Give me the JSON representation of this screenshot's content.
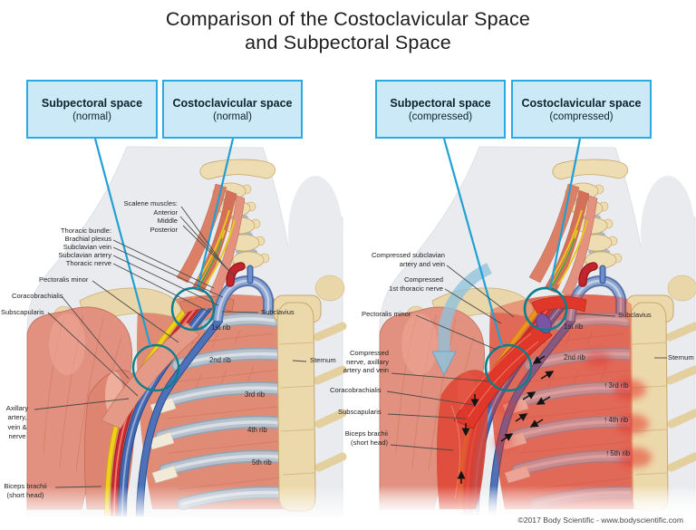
{
  "title": {
    "line1": "Comparison of the Costoclavicular Space",
    "line2": "and Subpectoral Space"
  },
  "legend_boxes": [
    {
      "name": "Subpectoral space",
      "state": "(normal)"
    },
    {
      "name": "Costoclavicular space",
      "state": "(normal)"
    },
    {
      "name": "Subpectoral space",
      "state": "(compressed)"
    },
    {
      "name": "Costoclavicular space",
      "state": "(compressed)"
    }
  ],
  "left_figure": {
    "labels": {
      "scalene_header": "Scalene muscles:",
      "scalene_anterior": "Anterior",
      "scalene_middle": "Middle",
      "scalene_posterior": "Posterior",
      "thoracic_header": "Thoracic bundle:",
      "brachial_plexus": "Brachial plexus",
      "subclavian_vein": "Subclavian vein",
      "subclavian_artery": "Subclavian artery",
      "thoracic_nerve": "Thoracic nerve",
      "pectoralis_minor": "Pectoralis minor",
      "coracobrachialis": "Coracobrachialis",
      "subscapularis": "Subscapularis",
      "subclavius": "Subclavius",
      "rib1": "1st rib",
      "rib2": "2nd rib",
      "rib3": "3rd rib",
      "rib4": "4th rib",
      "rib5": "5th rib",
      "sternum": "Sternum",
      "axillary_l1": "Axillary",
      "axillary_l2": "artery,",
      "axillary_l3": "vein &",
      "axillary_l4": "nerve",
      "biceps_l1": "Biceps brachii",
      "biceps_l2": "(short head)"
    }
  },
  "right_figure": {
    "labels": {
      "compressed_subclavian_l1": "Compressed subclavian",
      "compressed_subclavian_l2": "artery and vein",
      "compressed_thoracic_l1": "Compressed",
      "compressed_thoracic_l2": "1st thoracic nerve",
      "pectoralis_minor": "Pectoralis minor",
      "compressed_nerve_l1": "Compressed",
      "compressed_nerve_l2": "nerve, axillary",
      "compressed_nerve_l3": "artery and vein",
      "coracobrachialis": "Coracobrachialis",
      "subscapularis": "Subscapularis",
      "biceps_l1": "Biceps brachii",
      "biceps_l2": "(short head)",
      "subclavius": "Subclavius",
      "rib1": "1st rib",
      "rib2": "2nd rib",
      "rib3": "3rd rib",
      "rib4": "4th rib",
      "rib5": "5th rib",
      "sternum": "Sternum"
    }
  },
  "icons": {
    "up_arrow": "↑"
  },
  "footer": {
    "copyright": "©2017 Body Scientific - www.bodyscientific.com"
  },
  "colors": {
    "leader_cyan": "#1ea0d5",
    "box_fill": "#cbe9f6",
    "box_border": "#29aae1",
    "highlight_circle_teal": "#0e7e8c",
    "artery_red": "#ca2a30",
    "vein_blue": "#4368b1",
    "nerve_yellow": "#f0d01d",
    "muscle_salmon": "#e29180",
    "muscle_compressed_red": "#df382b",
    "bone_beige": "#ecd9ab",
    "rib_gray": "#b8c2cd"
  }
}
